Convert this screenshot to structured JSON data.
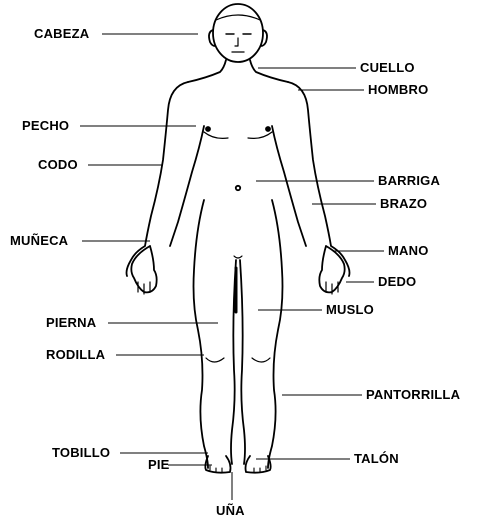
{
  "colors": {
    "ink": "#000000",
    "paper": "#ffffff"
  },
  "labels": {
    "cabeza": "CABEZA",
    "cuello": "CUELLO",
    "hombro": "HOMBRO",
    "pecho": "PECHO",
    "codo": "CODO",
    "barriga": "BARRIGA",
    "brazo": "BRAZO",
    "muneca": "MUÑECA",
    "mano": "MANO",
    "dedo": "DEDO",
    "pierna": "PIERNA",
    "muslo": "MUSLO",
    "rodilla": "RODILLA",
    "pantorrilla": "PANTORRILLA",
    "tobillo": "TOBILLO",
    "talon": "TALÓN",
    "pie": "PIE",
    "una": "UÑA"
  }
}
